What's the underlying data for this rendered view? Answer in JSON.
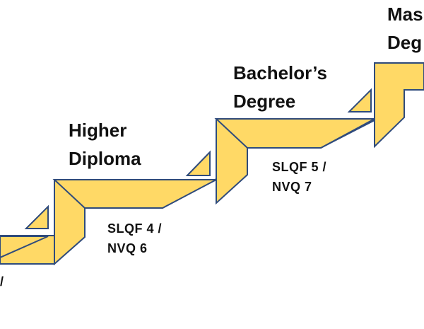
{
  "steps": [
    {
      "title_lines": [
        "Higher",
        "Diploma"
      ],
      "level_lines": [
        "SLQF 4 /",
        "NVQ 6"
      ]
    },
    {
      "title_lines": [
        "Bachelor’s",
        "Degree"
      ],
      "level_lines": [
        "SLQF 5 /",
        "NVQ 7"
      ]
    },
    {
      "title_lines": [
        "Mas",
        "Deg"
      ],
      "level_lines": []
    }
  ],
  "partial_left_level": "/",
  "colors": {
    "step_fill": "#FFD966",
    "step_outline": "#2F4B7C",
    "text": "#111111",
    "background": "#FFFFFF"
  }
}
